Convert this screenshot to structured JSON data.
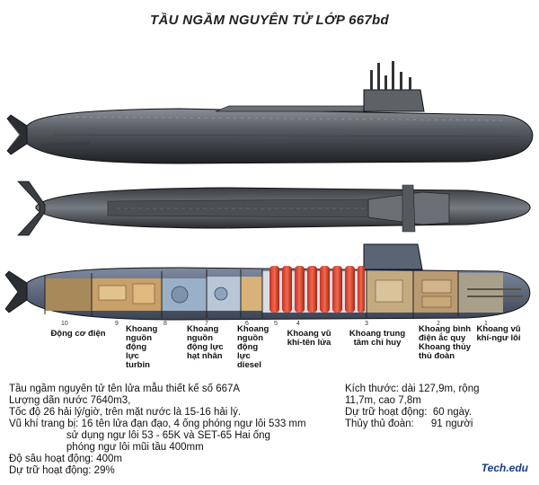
{
  "title": "TẦU NGẦM NGUYÊN TỬ LỚP 667bd",
  "compartments": [
    {
      "num": "10",
      "label": "Động cơ điện"
    },
    {
      "num": "9",
      "label": ""
    },
    {
      "num": "8",
      "label": "Khoang nguồn động lực turbin"
    },
    {
      "num": "7",
      "label": "Khoang nguồn động lực hạt nhân"
    },
    {
      "num": "6",
      "label": "Khoang nguồn động lực diesel"
    },
    {
      "num": "5",
      "label": ""
    },
    {
      "num": "4",
      "label": "Khoang vũ khí-tên lửa"
    },
    {
      "num": "3",
      "label": "Khoang trung tâm chỉ huy"
    },
    {
      "num": "2",
      "label": "Khoang bình điện ắc quy Khoang thủy thủ đoàn"
    },
    {
      "num": "1",
      "label": "Khoang vũ khí-ngư lôi"
    }
  ],
  "specs_left": [
    "Tầu ngầm nguyên tử tên lửa mẫu thiết kế số 667A",
    "Lượng dãn nước 7640m3,",
    "Tốc độ 26 hải lý/giờ, trên mặt nước là 15-16 hải lý.",
    "Vũ khí trang bị: 16 tên lửa đạn đạo, 4 ống phóng ngư lôi 533 mm",
    "                    sử dụng ngư lôi 53 - 65K và SET-65 Hai ống",
    "                    phóng ngư lôi mũi tầu 400mm",
    "Độ sâu hoạt động: 400m",
    "Dự trữ hoạt động: 29%"
  ],
  "specs_right": [
    "Kích thước: dài 127,9m, rộng",
    "11,7m, cao 7,8m",
    "Dự trữ hoạt động:  60 ngày.",
    "Thủy thủ đoàn:      91 người"
  ],
  "brand": "Tech.edu"
}
